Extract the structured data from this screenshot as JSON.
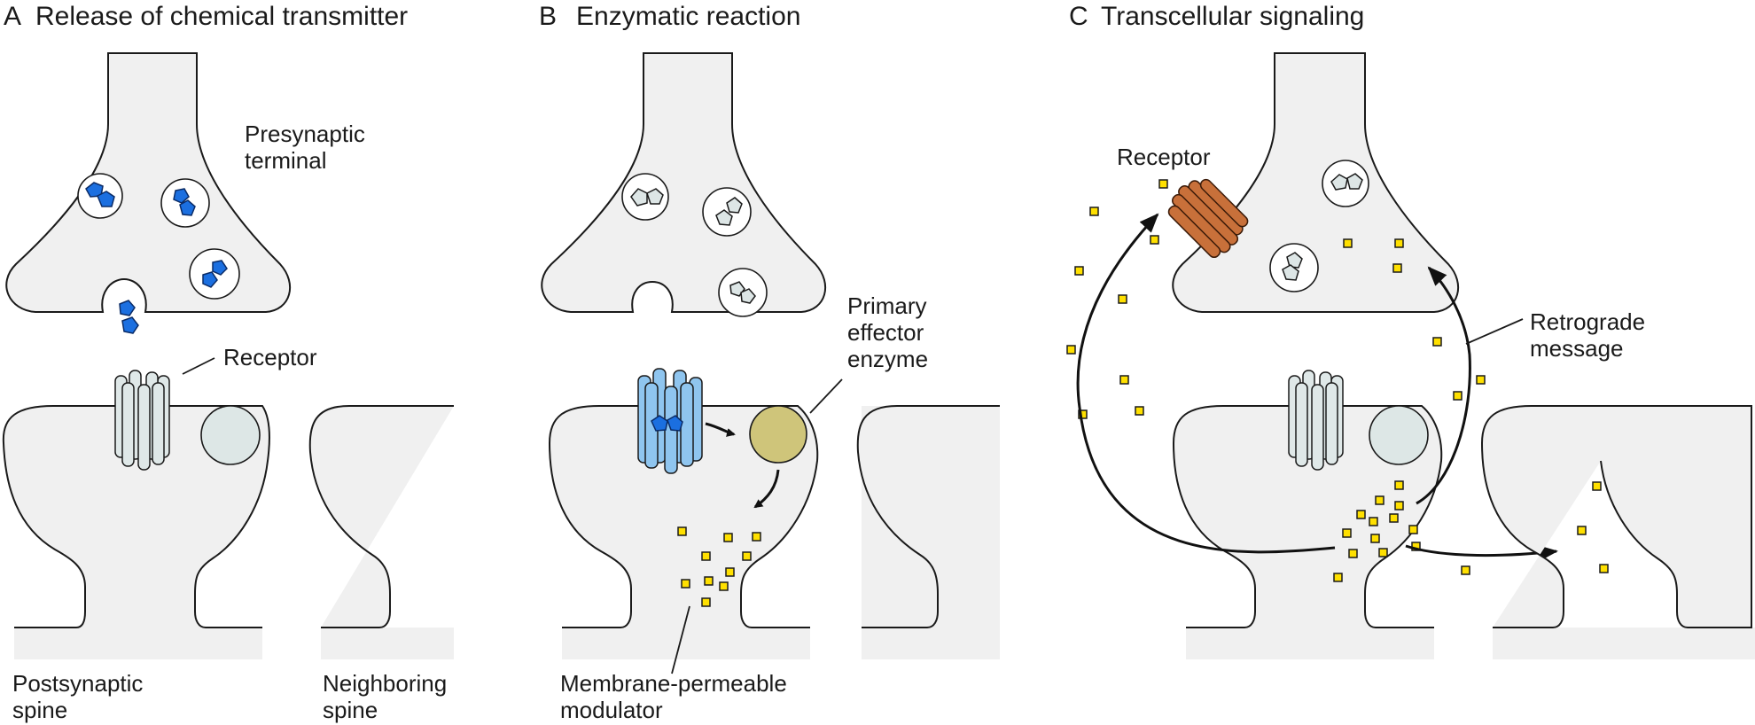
{
  "panels": {
    "a": {
      "letter": "A",
      "title": "Release of chemical transmitter",
      "presynaptic_line1": "Presynaptic",
      "presynaptic_line2": "terminal",
      "receptor": "Receptor",
      "postsynaptic_line1": "Postsynaptic",
      "postsynaptic_line2": "spine",
      "neighboring_line1": "Neighboring",
      "neighboring_line2": "spine"
    },
    "b": {
      "letter": "B",
      "title": "Enzymatic reaction",
      "enzyme_line1": "Primary",
      "enzyme_line2": "effector",
      "enzyme_line3": "enzyme",
      "modulator_line1": "Membrane-permeable",
      "modulator_line2": "modulator"
    },
    "c": {
      "letter": "C",
      "title": "Transcellular signaling",
      "receptor": "Receptor",
      "retrograde_line1": "Retrograde",
      "retrograde_line2": "message"
    }
  },
  "colors": {
    "cell_fill": "#f0f0f0",
    "transmitter_active": "#1b6fe0",
    "transmitter_inactive": "#dde6e6",
    "receptor_activated": "#8fc5ef",
    "enzyme_active": "#cfc57a",
    "presynaptic_receptor": "#c8703a",
    "modulator": "#ffe000"
  }
}
